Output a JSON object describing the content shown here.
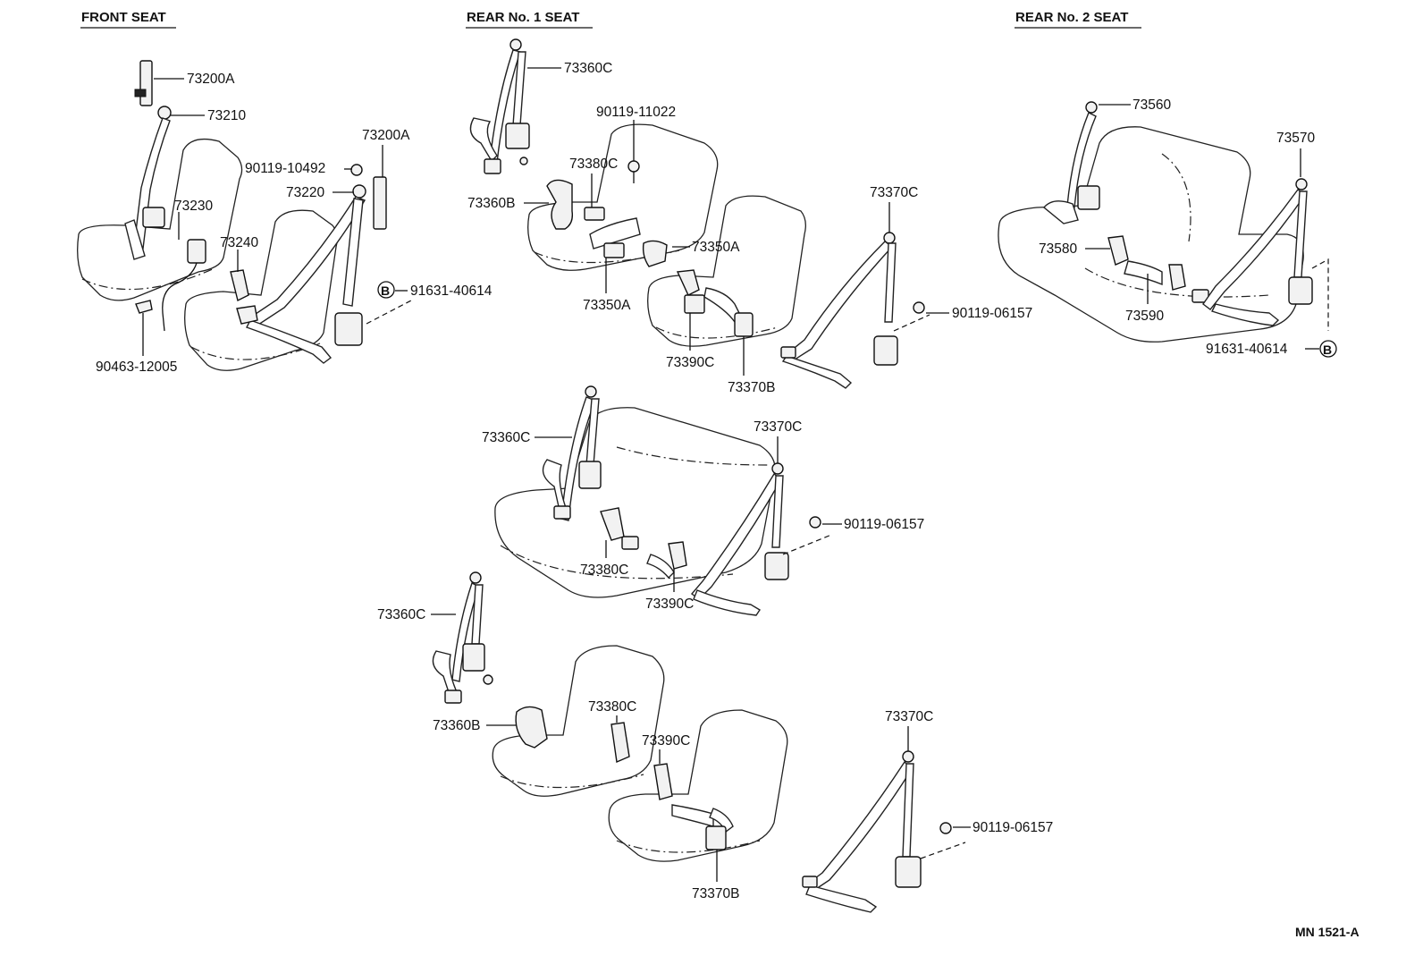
{
  "headers": {
    "front_seat": "FRONT SEAT",
    "rear_no1_seat": "REAR No. 1 SEAT",
    "rear_no2_seat": "REAR No. 2 SEAT"
  },
  "labels": {
    "f_73200A_a": "73200A",
    "f_73210": "73210",
    "f_73230": "73230",
    "f_73240": "73240",
    "f_90463": "90463-12005",
    "f_90119_10492": "90119-10492",
    "f_73220": "73220",
    "f_73200A_b": "73200A",
    "f_91631": "91631-40614",
    "f_marker_b": "B",
    "r1_73360C": "73360C",
    "r1_90119_11022": "90119-11022",
    "r1_73380C": "73380C",
    "r1_73360B": "73360B",
    "r1_73350A_right": "73350A",
    "r1_73350A_below": "73350A",
    "r1_73390C": "73390C",
    "r1_73370B": "73370B",
    "r1_73370C": "73370C",
    "r1_90119_06157": "90119-06157",
    "r2_73560": "73560",
    "r2_73570": "73570",
    "r2_73580": "73580",
    "r2_73590": "73590",
    "r2_91631": "91631-40614",
    "r2_marker_b": "B",
    "m_73360C": "73360C",
    "m_73370C": "73370C",
    "m_90119_06157": "90119-06157",
    "m_73380C": "73380C",
    "m_73390C": "73390C",
    "b_73360C": "73360C",
    "b_73380C": "73380C",
    "b_73360B": "73360B",
    "b_73390C": "73390C",
    "b_73370B": "73370B",
    "b_73370C": "73370C",
    "b_90119_06157": "90119-06157"
  },
  "figure_id": "MN 1521-A"
}
